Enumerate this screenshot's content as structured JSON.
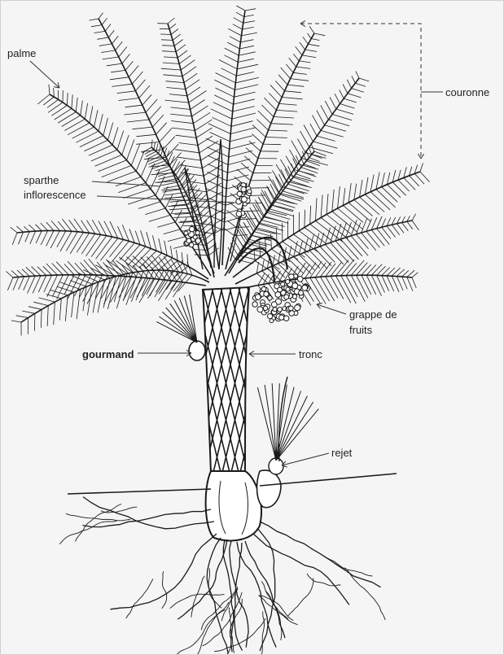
{
  "labels": {
    "palme": "palme",
    "couronne": "couronne",
    "sparthe": "sparthe",
    "inflorescence": "inflorescence",
    "grappe_line1": "grappe de",
    "grappe_line2": "fruits",
    "gourmand": "gourmand",
    "tronc": "tronc",
    "rejet": "rejet"
  },
  "colors": {
    "background": "#f5f5f5",
    "ink": "#1a1a1a",
    "label_text": "#222222"
  }
}
